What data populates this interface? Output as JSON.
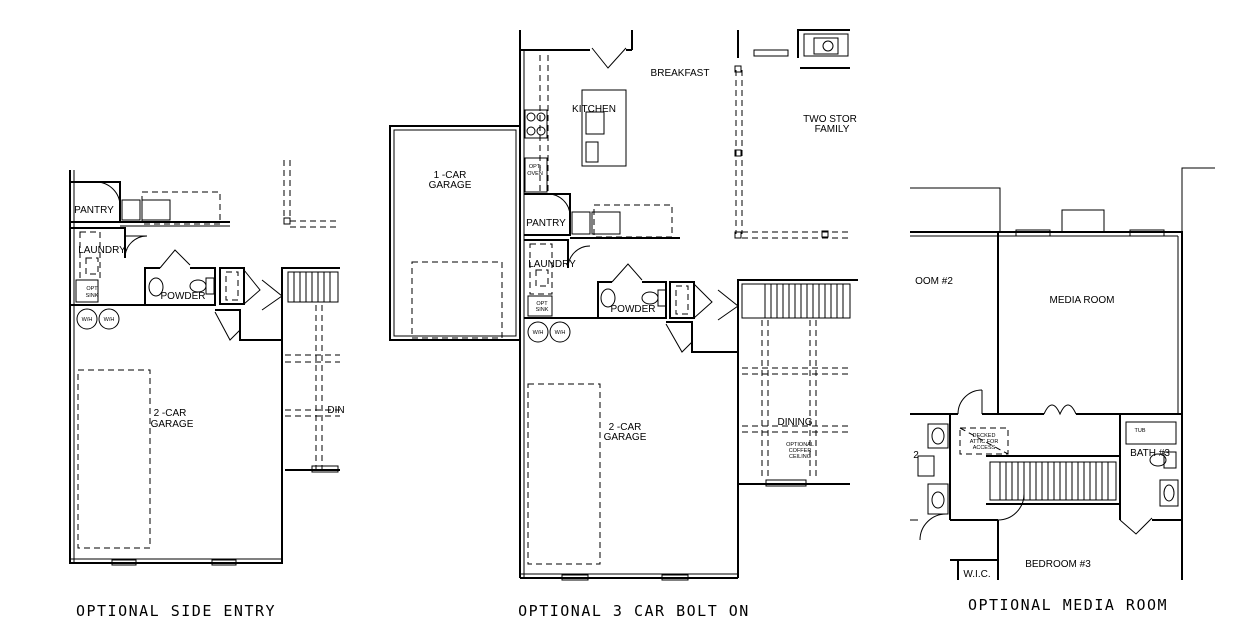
{
  "plans": [
    {
      "caption": "OPTIONAL SIDE ENTRY",
      "rooms": {
        "pantry": "PANTRY",
        "laundry": "LAUNDRY",
        "powder": "POWDER",
        "garage1": "2 -CAR",
        "garage2": "GARAGE",
        "opt_sink1": "OPT",
        "opt_sink2": "SINK",
        "din": "DIN",
        "wh": "W/H"
      }
    },
    {
      "caption": "OPTIONAL 3 CAR BOLT ON",
      "rooms": {
        "breakfast": "BREAKFAST",
        "kitchen": "KITCHEN",
        "two_story1": "TWO STOR",
        "two_story2": "FAMILY",
        "garage1a": "1 -CAR",
        "garage1b": "GARAGE",
        "opt_oven1": "OPT.",
        "opt_oven2": "OVEN",
        "pantry": "PANTRY",
        "laundry": "LAUNDRY",
        "powder": "POWDER",
        "opt_sink1": "OPT",
        "opt_sink2": "SINK",
        "garage2a": "2 -CAR",
        "garage2b": "GARAGE",
        "dining": "DINING",
        "coffer1": "OPTIONAL",
        "coffer2": "COFFER",
        "coffer3": "CEILING",
        "wh": "W/H"
      }
    },
    {
      "caption": "OPTIONAL MEDIA ROOM",
      "rooms": {
        "bedroom2": "OOM #2",
        "media": "MEDIA ROOM",
        "bath3": "BATH #3",
        "bedroom3": "BEDROOM #3",
        "wic": "W.I.C.",
        "attic1": "DECKED",
        "attic2": "ATTIC FOR",
        "attic3": "ACCESS",
        "tub": "TUB",
        "r2": "2"
      }
    }
  ]
}
